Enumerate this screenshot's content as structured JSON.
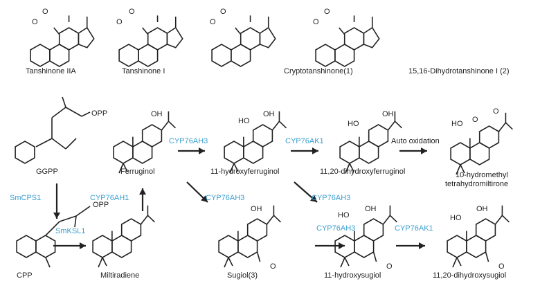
{
  "colors": {
    "enzyme": "#3a9fd0",
    "structure": "#222222"
  },
  "top_compounds": [
    "Tanshinone IIA",
    "Tanshinone I",
    "Cryptotanshinone(1)",
    "15,16-Dihydrotanshinone I (2)"
  ],
  "pathway": {
    "compounds": {
      "ggpp": "GGPP",
      "ferruginol": "Ferruginol",
      "hydroxyferruginol": "11-hydroxyferruginol",
      "dihydroxyferruginol": "11,20-dihydroxyferruginol",
      "hydromethyl_1": "10-hydromethyl",
      "hydromethyl_2": "tetrahydromiltirone",
      "cpp": "CPP",
      "miltiradiene": "Miltiradiene",
      "sugiol": "Sugiol(3)",
      "hydroxysugiol": "11-hydroxysugiol",
      "dihydroxysugiol": "11,20-dihydroxysugiol"
    },
    "steps": {
      "ferr_to_hf": "CYP76AH3",
      "hf_to_dhf": "CYP76AK1",
      "dhf_to_hm": "Auto oxidation",
      "ggpp_to_cpp": "SmCPS1",
      "milt_to_ferr": "CYP76AH1",
      "ferr_to_sugiol": "CYP76AH3",
      "hf_to_hs": "CYP76AH3",
      "cpp_to_milt": "SmKSL1",
      "sugiol_to_hs": "CYP76AH3",
      "hs_to_dhs": "CYP76AK1"
    }
  },
  "atoms": {
    "oh": "OH",
    "ho": "HO",
    "o": "O",
    "opp": "OPP"
  }
}
